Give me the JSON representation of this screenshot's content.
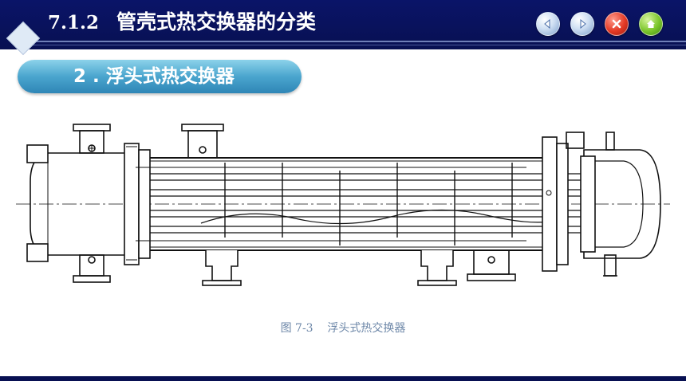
{
  "header": {
    "section_number": "7.1.2",
    "section_title": "管壳式热交换器的分类"
  },
  "nav_buttons": [
    {
      "name": "back",
      "icon": "back-arrow-icon"
    },
    {
      "name": "forward",
      "icon": "forward-arrow-icon"
    },
    {
      "name": "close",
      "icon": "close-icon"
    },
    {
      "name": "home",
      "icon": "home-icon"
    }
  ],
  "subtitle": "2 . 浮头式热交换器",
  "figure": {
    "caption": "图 7-3    浮头式热交换器"
  },
  "colors": {
    "header_bg": "#081052",
    "pill": "#4aa5ce",
    "caption": "#6d87a8"
  }
}
